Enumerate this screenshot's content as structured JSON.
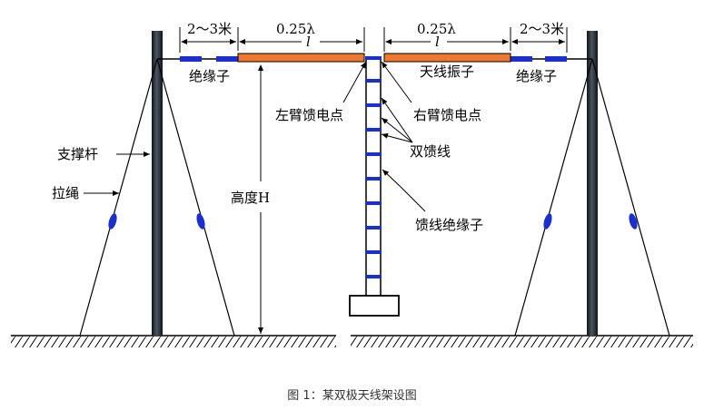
{
  "labels": {
    "spacing_left": "2～3米",
    "spacing_right": "2～3米",
    "quarter_left": "0.25λ",
    "quarter_right": "0.25λ",
    "l_left": "l",
    "l_right": "l",
    "insulator_left": "绝缘子",
    "insulator_right": "绝缘子",
    "element": "天线振子",
    "left_feed": "左臂馈电点",
    "right_feed": "右臂馈电点",
    "double_feeder": "双馈线",
    "pole": "支撑杆",
    "guy_rope": "拉绳",
    "height": "高度H",
    "feeder_insulator": "馈线绝缘子"
  },
  "caption": "图 1：某双极天线架设图",
  "colors": {
    "element": "#ee7a30",
    "insulator": "#1a2fd0",
    "pole": "#1c2530",
    "line": "#000000"
  }
}
